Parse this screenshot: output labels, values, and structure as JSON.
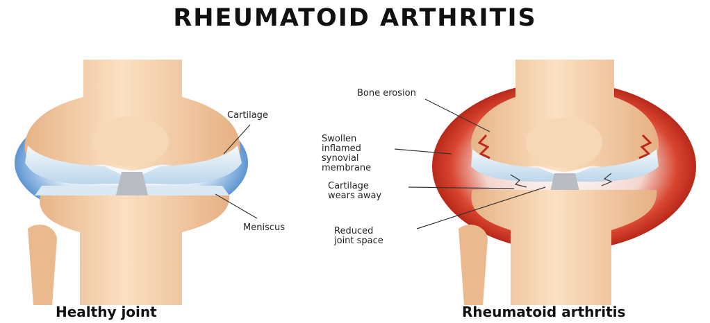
{
  "title": "RHEUMATOID ARTHRITIS",
  "healthy": {
    "caption": "Healthy joint",
    "labels": {
      "cartilage": "Cartilage",
      "meniscus": "Meniscus"
    }
  },
  "arthritis": {
    "caption": "Rheumatoid arthritis",
    "labels": {
      "bone_erosion": "Bone erosion",
      "swollen_membrane": "Swollen\ninflamed\nsynovial\nmembrane",
      "cartilage_wears": "Cartilage\nwears away",
      "reduced_space": "Reduced\njoint space"
    }
  },
  "colors": {
    "bone": "#f6cfa4",
    "bone_shade": "#e9b585",
    "cartilage": "#cfe3f2",
    "healthy_synovium": "#3f83c9",
    "inflamed_synovium": "#b31b12"
  }
}
